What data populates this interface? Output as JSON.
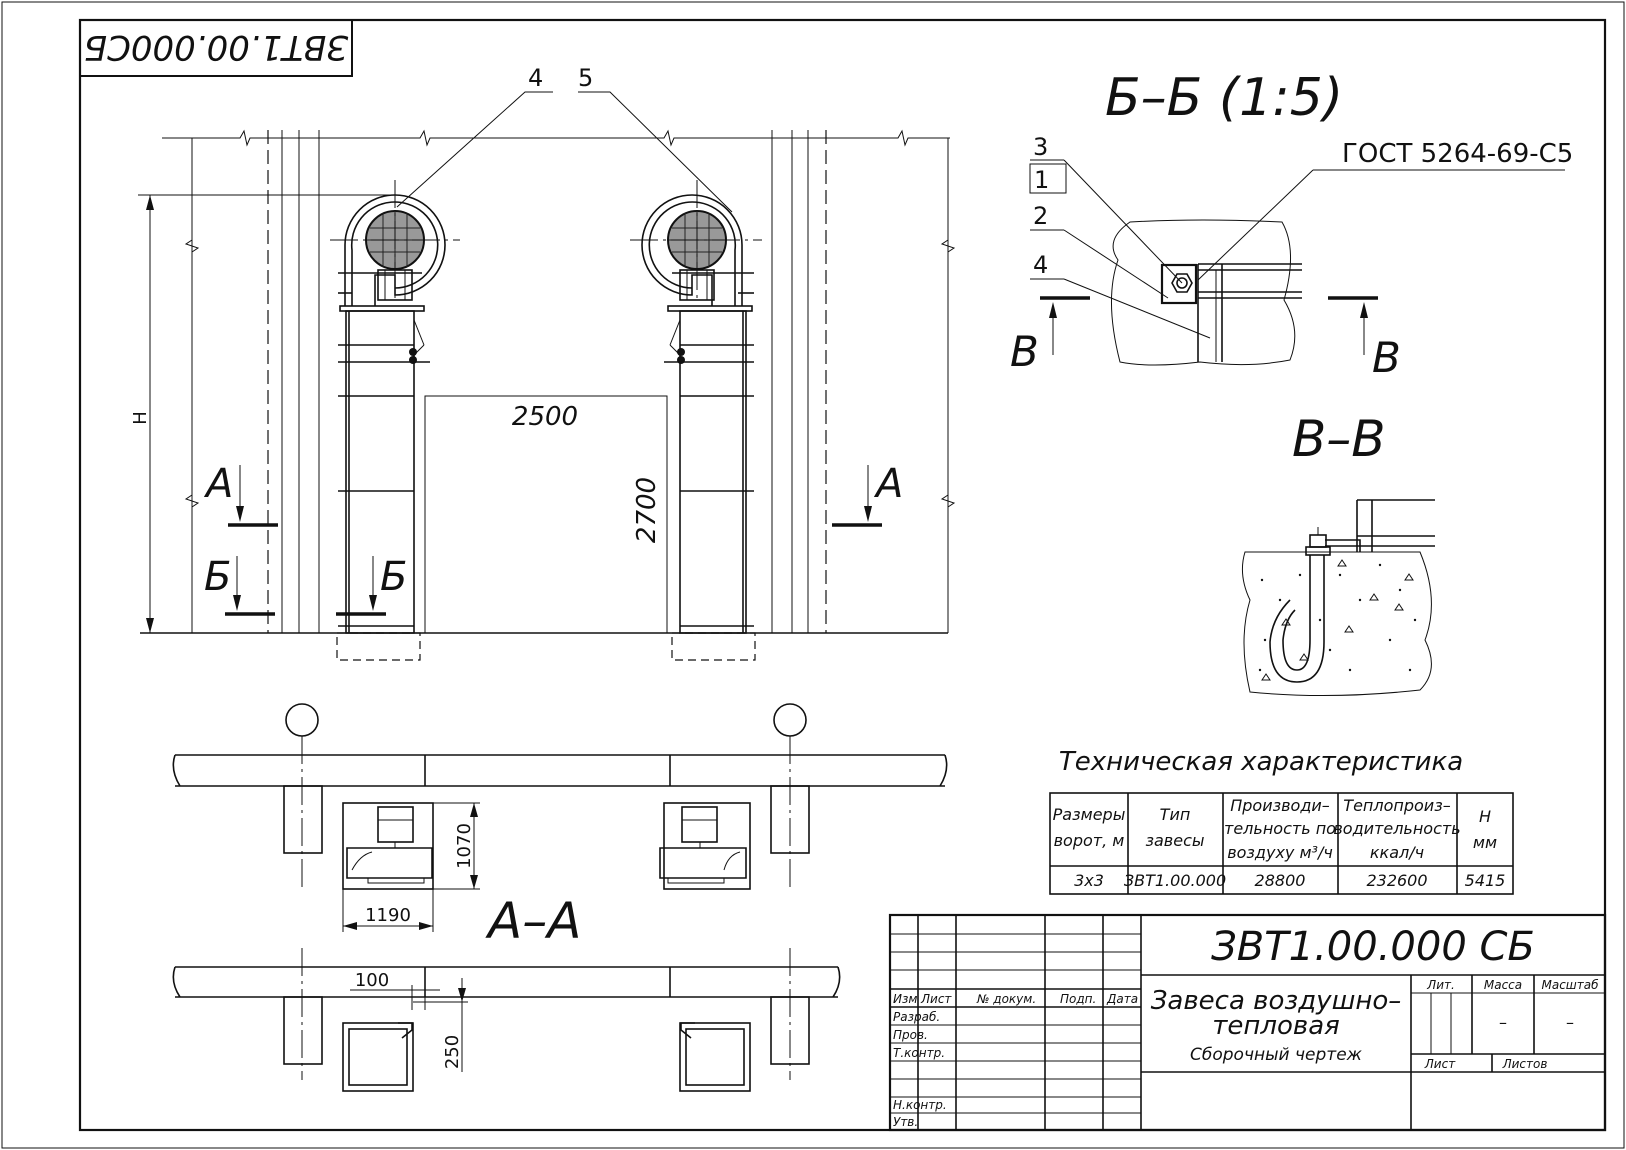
{
  "drawing": {
    "code_stamp": "ЗВТ1.00.000СБ",
    "section_bb_title": "Б–Б (1:5)",
    "section_vv_title": "В–В",
    "section_aa_title": "А–А",
    "gost_note": "ГОСТ 5264-69-С5",
    "callouts": {
      "c4_top": "4",
      "c5_top": "5",
      "c3": "3",
      "c1": "1",
      "c2": "2",
      "c4_side": "4"
    },
    "cut_marks": {
      "a": "А",
      "b": "Б",
      "v": "В"
    },
    "dimensions": {
      "h": "Н",
      "w2500": "2500",
      "h2700": "2700",
      "d1070": "1070",
      "d1190": "1190",
      "d100": "100",
      "d250": "250"
    }
  },
  "tech_table": {
    "title": "Техническая характеристика",
    "headers": [
      [
        "Размеры",
        "ворот, м"
      ],
      [
        "Тип",
        "завесы"
      ],
      [
        "Производи–",
        "тельность по",
        "воздуху м³/ч"
      ],
      [
        "Теплопроиз–",
        "водительность",
        "ккал/ч"
      ],
      [
        "Н",
        "мм"
      ]
    ],
    "row": [
      "3х3",
      "ЗВТ1.00.000",
      "28800",
      "232600",
      "5415"
    ]
  },
  "title_block": {
    "designation": "ЗВТ1.00.000 СБ",
    "name_line1": "Завеса воздушно–",
    "name_line2": "тепловая",
    "doc_type": "Сборочный чертеж",
    "col_headers": [
      "Изм",
      "Лист",
      "№ докум.",
      "Подп.",
      "Дата"
    ],
    "row_labels": [
      "Разраб.",
      "Пров.",
      "Т.контр.",
      "Н.контр.",
      "Утв."
    ],
    "lit_label": "Лит.",
    "mass_label": "Масса",
    "scale_label": "Масштаб",
    "mass_value": "–",
    "scale_value": "–",
    "sheet_label": "Лист",
    "sheets_label": "Листов"
  }
}
